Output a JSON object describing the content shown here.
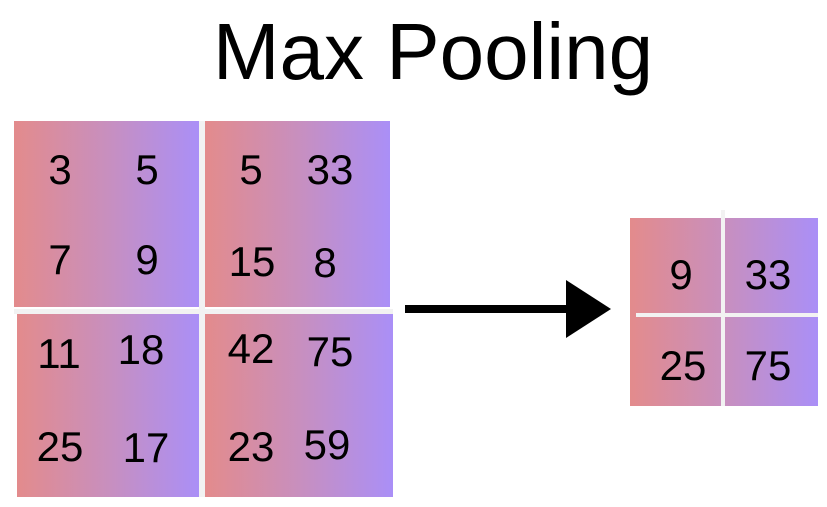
{
  "title": "Max Pooling",
  "input_grid": {
    "rows": [
      [
        "3",
        "5",
        "5",
        "33"
      ],
      [
        "7",
        "9",
        "15",
        "8"
      ],
      [
        "11",
        "18",
        "42",
        "75"
      ],
      [
        "25",
        "17",
        "23",
        "59"
      ]
    ]
  },
  "output_grid": {
    "rows": [
      [
        "9",
        "33"
      ],
      [
        "25",
        "75"
      ]
    ]
  },
  "colors": {
    "gradient_left": "#e38b8c",
    "gradient_mid": "#c88fbe",
    "gradient_right": "#aa8ff7",
    "arrow": "#000000",
    "divider": "#f2f2f2"
  }
}
